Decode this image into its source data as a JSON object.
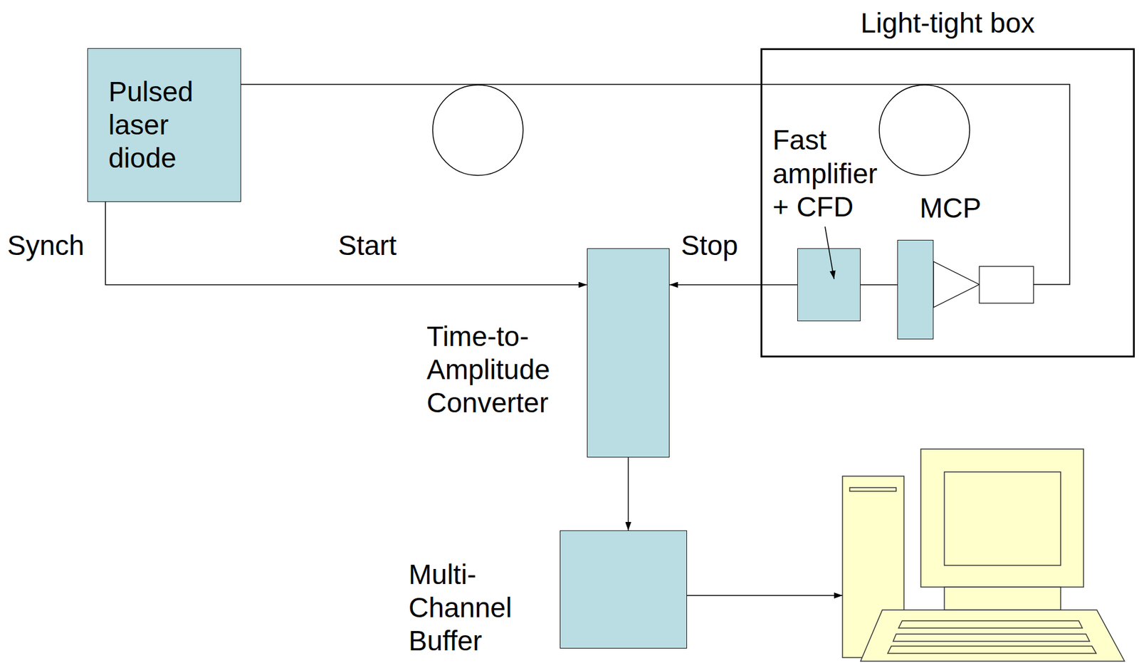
{
  "diagram": {
    "nodes": [
      {
        "text": [
          "Pulsed laser diode"
        ]
      },
      {
        "text": [
          "Light-tight box"
        ]
      },
      {
        "text": [
          "Fast amplifier + CFD"
        ],
        "in": 1
      },
      {
        "text": [
          "MCP"
        ],
        "in": 1
      },
      {
        "text": [
          "Time-to- Amplitude Converter"
        ]
      },
      {
        "text": [
          "Multi- Channel Buffer"
        ]
      }
    ],
    "edges": [
      {
        "from": 0,
        "to": 4,
        "arrow": "to",
        "label": "Start"
      },
      {
        "from": 2,
        "to": 4,
        "arrow": "to",
        "label": "Stop"
      },
      {
        "from": 2,
        "to": 3,
        "arrow": "none"
      },
      {
        "from": 4,
        "to": 5,
        "arrow": "to"
      }
    ],
    "labels": [
      "Synch"
    ]
  }
}
